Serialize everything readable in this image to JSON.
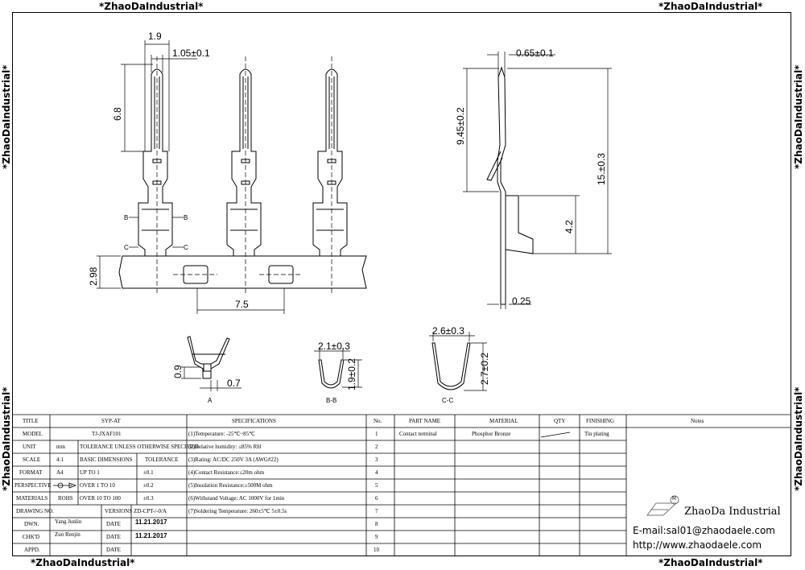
{
  "watermark": "*ZhaoDaIndustrial*",
  "dimensions": {
    "width_top": "1.9",
    "pin_width": "1.05±0.1",
    "pin_length": "6.8",
    "strip_height": "2.98",
    "pitch": "7.5",
    "thickness": "0.65±0.1",
    "upper_height": "9.45±0.2",
    "total_height": "15.±0.3",
    "lower_height": "4.2",
    "base_thickness": "0.25",
    "a_height": "0.9",
    "a_width": "0.7",
    "bb_width": "2.1±0.3",
    "bb_height": "1.9±0.2",
    "cc_width": "2.6±0.3",
    "cc_height": "2.7±0.2"
  },
  "section_labels": {
    "a": "A",
    "bb": "B-B",
    "cc": "C-C",
    "b": "B",
    "c": "C"
  },
  "title_block": {
    "title_label": "TITLE",
    "title_value": "SYP-AT",
    "model_label": "MODEL",
    "model_value": "TJ-JXAF101",
    "unit_label": "UNIT",
    "unit_value": "mm",
    "tolerance_header": "TOLERANCE UNLESS OTHERWISE SPECIFIED",
    "scale_label": "SCALE",
    "scale_value": "4:1",
    "basic_dimensions": "BASIC DIMENSIONS",
    "tolerance": "TOLERANCE",
    "format_label": "FORMAT",
    "format_value": "A4",
    "up_to_1": "UP TO 1",
    "tol_1": "±0.1",
    "perspective_label": "PERSPECTIVE",
    "over_1_to_10": "OVER 1 TO 10",
    "tol_2": "±0.2",
    "materials_label": "MATERIALS",
    "materials_value": "ROHS",
    "over_10_to_100": "OVER 10 TO 100",
    "tol_3": "±0.3",
    "drawing_no_label": "DRAWING NO.",
    "versions_label": "VERSIONS",
    "versions_value": "ZD-CPT-/-0/A",
    "dwn_label": "DWN.",
    "dwn_value": "Yang Junlin",
    "date_label": "DATE",
    "dwn_date": "11.21.2017",
    "chkd_label": "CHK'D",
    "chkd_value": "Zuo Renjin",
    "chkd_date": "11.21.2017",
    "appd_label": "APPD."
  },
  "specifications": {
    "header": "SPECIFICATIONS",
    "items": [
      "(1)Temperature: -25℃~85℃",
      "(2)Relative humidity: ≤85% RH",
      "(3)Rating: AC/DC 250V 3A (AWG#22)",
      "(4)Contact Resistance:≤20m ohm",
      "(5)Insulation Resistance:≥500M ohm",
      "(6)Withstand Voltage: AC 1000V for 1min",
      "(7)Soldering Temperature: 260±5℃ 5±0.5s"
    ]
  },
  "parts": {
    "no_header": "No.",
    "part_name_header": "PART NAME",
    "material_header": "MATERIAL",
    "qty_header": "QTY",
    "finishing_header": "FINISHING",
    "notes_header": "Notes",
    "numbers": [
      "1",
      "2",
      "3",
      "4",
      "5",
      "6",
      "7",
      "8",
      "9",
      "10"
    ],
    "row1": {
      "part_name": "Contact terminal",
      "material": "Phosphor Bronze",
      "finishing": "Tin plating"
    }
  },
  "company": {
    "name": "ZhaoDa Industrial",
    "email": "E-mail:sal01@zhaodaele.com",
    "website": "http://www.zhaodaele.com",
    "registered": "R"
  }
}
